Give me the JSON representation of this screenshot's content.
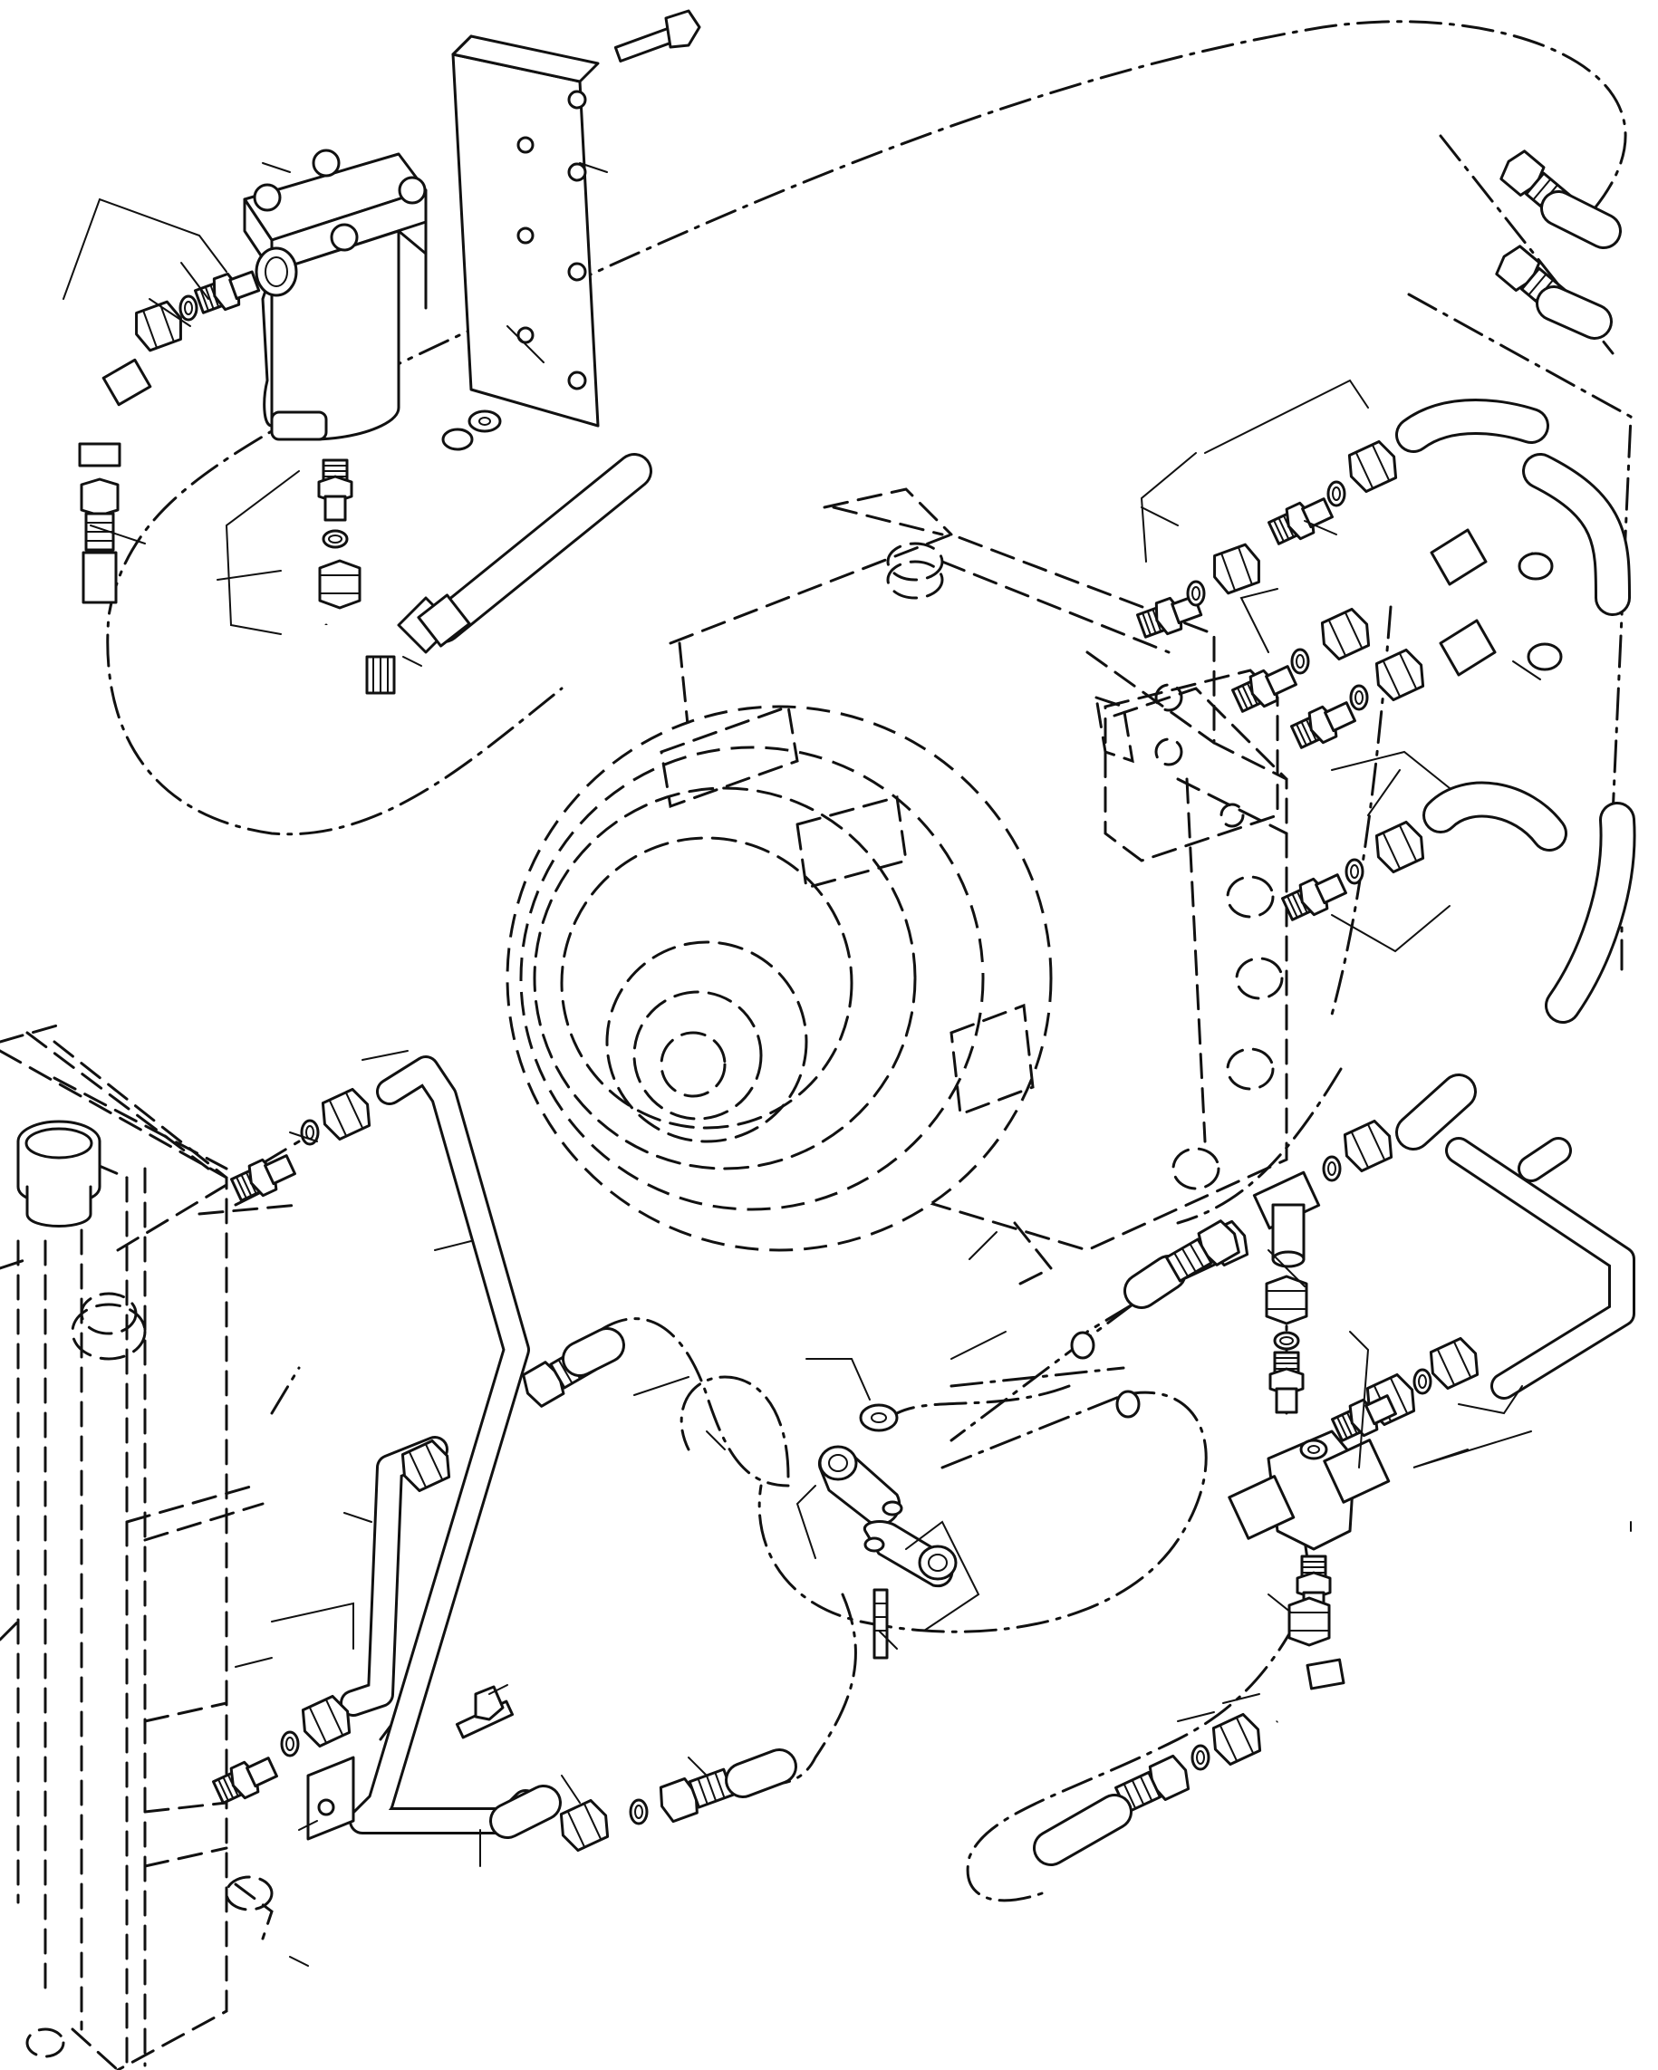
{
  "figure": {
    "title": "",
    "labels": []
  },
  "colors": {
    "ink": "#111111",
    "paper": "#ffffff"
  },
  "components": [
    "oil-filter",
    "mounting-bracket",
    "transmission-housing",
    "radiator-oil-cooler",
    "cooler-tube-upper",
    "cooler-tube-lower",
    "tee-fittings",
    "elbow-fittings",
    "hose-clamps",
    "hose-assemblies"
  ]
}
